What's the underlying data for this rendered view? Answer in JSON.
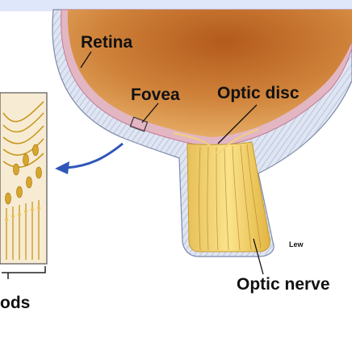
{
  "labels": {
    "retina": "Retina",
    "fovea": "Fovea",
    "optic_disc": "Optic disc",
    "optic_nerve": "Optic nerve",
    "rods": "ods",
    "artist": "Lew"
  },
  "colors": {
    "top_band": "#dfe7fb",
    "eye_interior": "#c9772f",
    "sclera": "#d5dced",
    "retina_layer": "#e4b9c6",
    "nerve_fibers": "#f0c84a",
    "arrow": "#2f56b8",
    "cells": "#d9a62c"
  }
}
